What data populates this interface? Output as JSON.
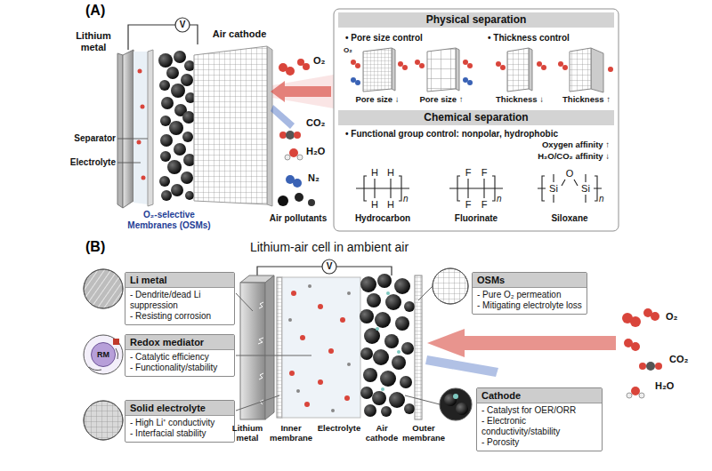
{
  "diagram": {
    "nodes": [
      {
        "text": [
          "Physical separation",
          "• Pore size control",
          "• Thickness control"
        ]
      },
      {
        "text": [
          "Chemical separation",
          "• Functional group control: nonpolar, hydrophobic",
          "Oxygen affinity ↑",
          "H₂O/CO₂ affinity ↓"
        ]
      },
      {
        "text": [
          "Li metal",
          "- Dendrite/dead Li suppression",
          "- Resisting corrosion"
        ]
      },
      {
        "text": [
          "Redox mediator",
          "- Catalytic efficiency",
          "- Functionality/stability"
        ]
      },
      {
        "text": [
          "RM"
        ]
      },
      {
        "text": [
          "Solid electrolyte",
          "- High Li⁺ conductivity",
          "- Interfacial stability"
        ]
      },
      {
        "text": [
          "OSMs",
          "- Pure O₂ permeation",
          "- Mitigating electrolyte loss"
        ]
      },
      {
        "text": [
          "Cathode",
          "- Catalyst for OER/ORR",
          "- Electronic conductivity/stability",
          "- Porosity"
        ]
      }
    ],
    "labels": [
      "(A)",
      "Lithium metal",
      "V",
      "Air cathode",
      "Separator",
      "Electrolyte",
      "O₂-selective Membranes (OSMs)",
      "O₂",
      "CO₂",
      "H₂O",
      "N₂",
      "Air pollutants",
      "O₂",
      "Pore size ↓",
      "Pore size ↑",
      "Thickness ↓",
      "Thickness ↑",
      "H",
      "H",
      "H",
      "H",
      "n",
      "F",
      "F",
      "F",
      "F",
      "n",
      "Si",
      "O",
      "Si",
      "n",
      "Hydrocarbon",
      "Fluorinate",
      "Siloxane",
      "(B)",
      "Lithium-air cell in ambient air",
      "V",
      "Lithium metal",
      "Inner membrane",
      "Electrolyte",
      "Air cathode",
      "Outer membrane",
      "O₂",
      "CO₂",
      "H₂O"
    ]
  }
}
